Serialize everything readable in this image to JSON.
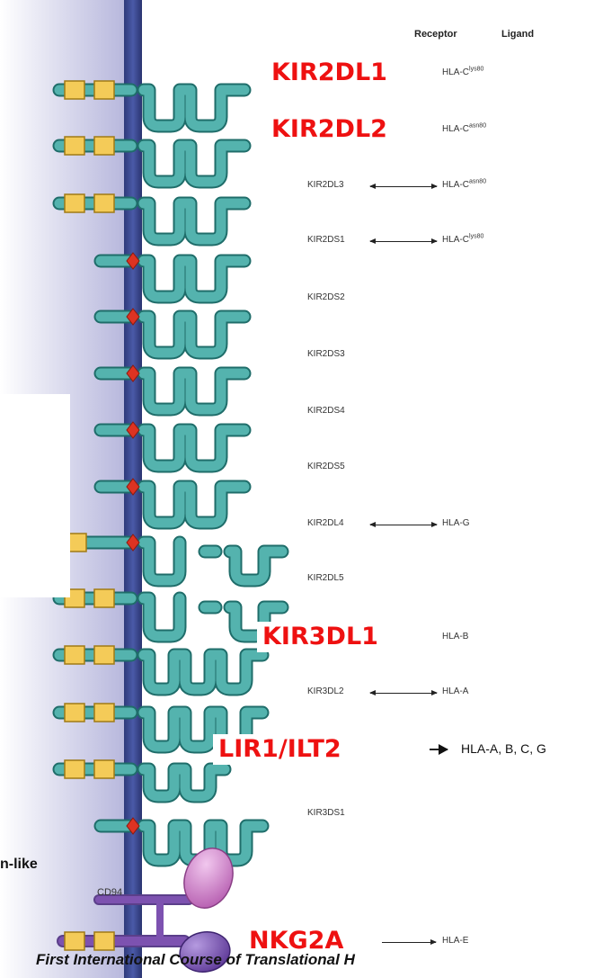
{
  "headers": {
    "receptor": "Receptor",
    "ligand": "Ligand"
  },
  "rows": [
    {
      "receptor": "KIR2DL1",
      "ligand": "HLA-C",
      "ligand_sup": "lys80",
      "highlight": true
    },
    {
      "receptor": "KIR2DL2",
      "ligand": "HLA-C",
      "ligand_sup": "asn80",
      "highlight": true
    },
    {
      "receptor": "KIR2DL3",
      "ligand": "HLA-C",
      "ligand_sup": "asn80",
      "arrow": "double"
    },
    {
      "receptor": "KIR2DS1",
      "ligand": "HLA-C",
      "ligand_sup": "lys80",
      "arrow": "double"
    },
    {
      "receptor": "KIR2DS2"
    },
    {
      "receptor": "KIR2DS3"
    },
    {
      "receptor": "KIR2DS4"
    },
    {
      "receptor": "KIR2DS5"
    },
    {
      "receptor": "KIR2DL4",
      "ligand": "HLA-G",
      "arrow": "double"
    },
    {
      "receptor": "KIR2DL5"
    },
    {
      "receptor": "KIR3DL1",
      "ligand": "HLA-B",
      "highlight": true
    },
    {
      "receptor": "KIR3DL2",
      "ligand": "HLA-A",
      "arrow": "double"
    },
    {
      "receptor": "LIR1/ILT2",
      "ligand": "HLA-A, B, C, G",
      "highlight": true,
      "arrow": "single"
    },
    {
      "receptor": "KIR3DS1"
    },
    {
      "receptor": "NKG2A",
      "ligand": "HLA-E",
      "highlight": true,
      "arrow": "single"
    }
  ],
  "cd94_label": "CD94",
  "side_label": "n-like",
  "footer": "First International Course of Translational H",
  "colors": {
    "membrane": "#3c4a8e",
    "receptor_fill": "#54b3ae",
    "receptor_stroke": "#1f6d6a",
    "itim_fill": "#f4cb58",
    "itim_stroke": "#a07b15",
    "charged_residue": "#dd3322",
    "cd94_fill": "#d17fcc",
    "nkg2a_fill": "#7d52b0",
    "highlight_text": "#ee1111"
  }
}
